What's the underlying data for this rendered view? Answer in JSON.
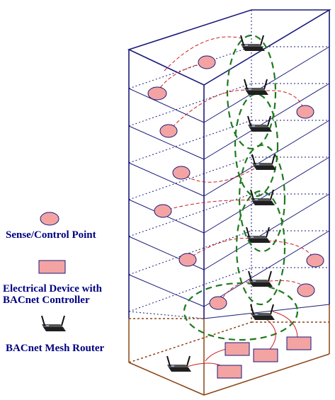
{
  "legend": {
    "sense_control_point": "Sense/Control Point",
    "electrical_device_line1": "Electrical Device with",
    "electrical_device_line2": "BACnet Controller",
    "mesh_router": "BACnet Mesh Router"
  },
  "colors": {
    "building_frame": "#1a1a7a",
    "basement_frame": "#8b4513",
    "sensor_fill": "#f4a3a3",
    "mesh_link": "#1e7a1e",
    "wired_link": "#cc2020",
    "router_body": "#2b2b2b"
  },
  "counts": {
    "floors": 7
  },
  "icons": [
    "sensor-point-icon",
    "device-box-icon",
    "router-icon"
  ]
}
